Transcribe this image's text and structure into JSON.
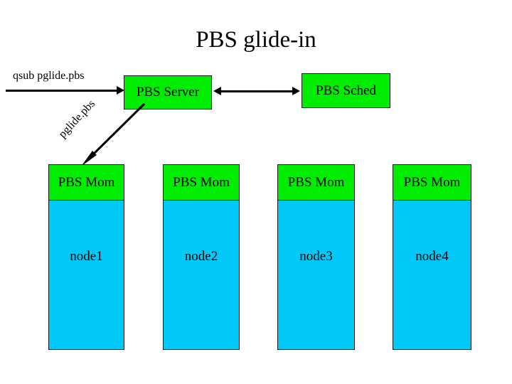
{
  "slide": {
    "title": "PBS glide-in",
    "background_color": "#ffffff"
  },
  "colors": {
    "green": "#00ec00",
    "cyan": "#00c9f7",
    "outline": "#1a1a1a",
    "text": "#000000"
  },
  "components": {
    "server": {
      "label": "PBS Server"
    },
    "scheduler": {
      "label": "PBS Sched"
    }
  },
  "nodes": [
    {
      "mom_label": "PBS Mom",
      "node_label": "node1"
    },
    {
      "mom_label": "PBS Mom",
      "node_label": "node2"
    },
    {
      "mom_label": "PBS Mom",
      "node_label": "node3"
    },
    {
      "mom_label": "PBS Mom",
      "node_label": "node4"
    }
  ],
  "annotations": {
    "submit_command": "qsub pglide.pbs",
    "glide_job": "pglide.pbs"
  },
  "arrows": [
    {
      "name": "submit-arrow",
      "from": "user",
      "to": "PBS Server",
      "direction": "right",
      "label": "qsub pglide.pbs"
    },
    {
      "name": "sync-arrow",
      "from": "PBS Server",
      "to": "PBS Sched",
      "direction": "both",
      "label": ""
    },
    {
      "name": "glide-arrow",
      "from": "PBS Server",
      "to": "PBS Mom (node1)",
      "direction": "down-left",
      "label": "pglide.pbs"
    }
  ]
}
